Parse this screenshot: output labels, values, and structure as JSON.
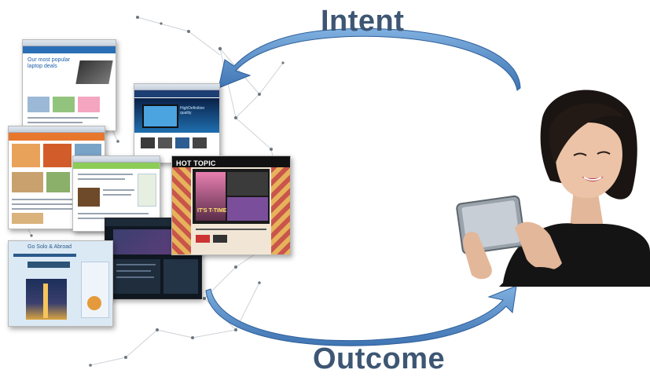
{
  "labels": {
    "intent": "Intent",
    "outcome": "Outcome"
  },
  "colors": {
    "label_text": "#3d5673",
    "arrow_fill": "#5a8fc8",
    "arrow_edge": "#2f5f99",
    "network": "#8a939c"
  },
  "screenshots": {
    "laptop_site": {
      "headline": "Our most popular laptop deals"
    },
    "retail_site": {
      "headline": "HighDefinition quality"
    },
    "hottopic_site": {
      "brand": "HOT TOPIC",
      "banner": "IT'S T-TIME"
    },
    "travel_site": {
      "header": "Go Solo & Abroad"
    }
  }
}
